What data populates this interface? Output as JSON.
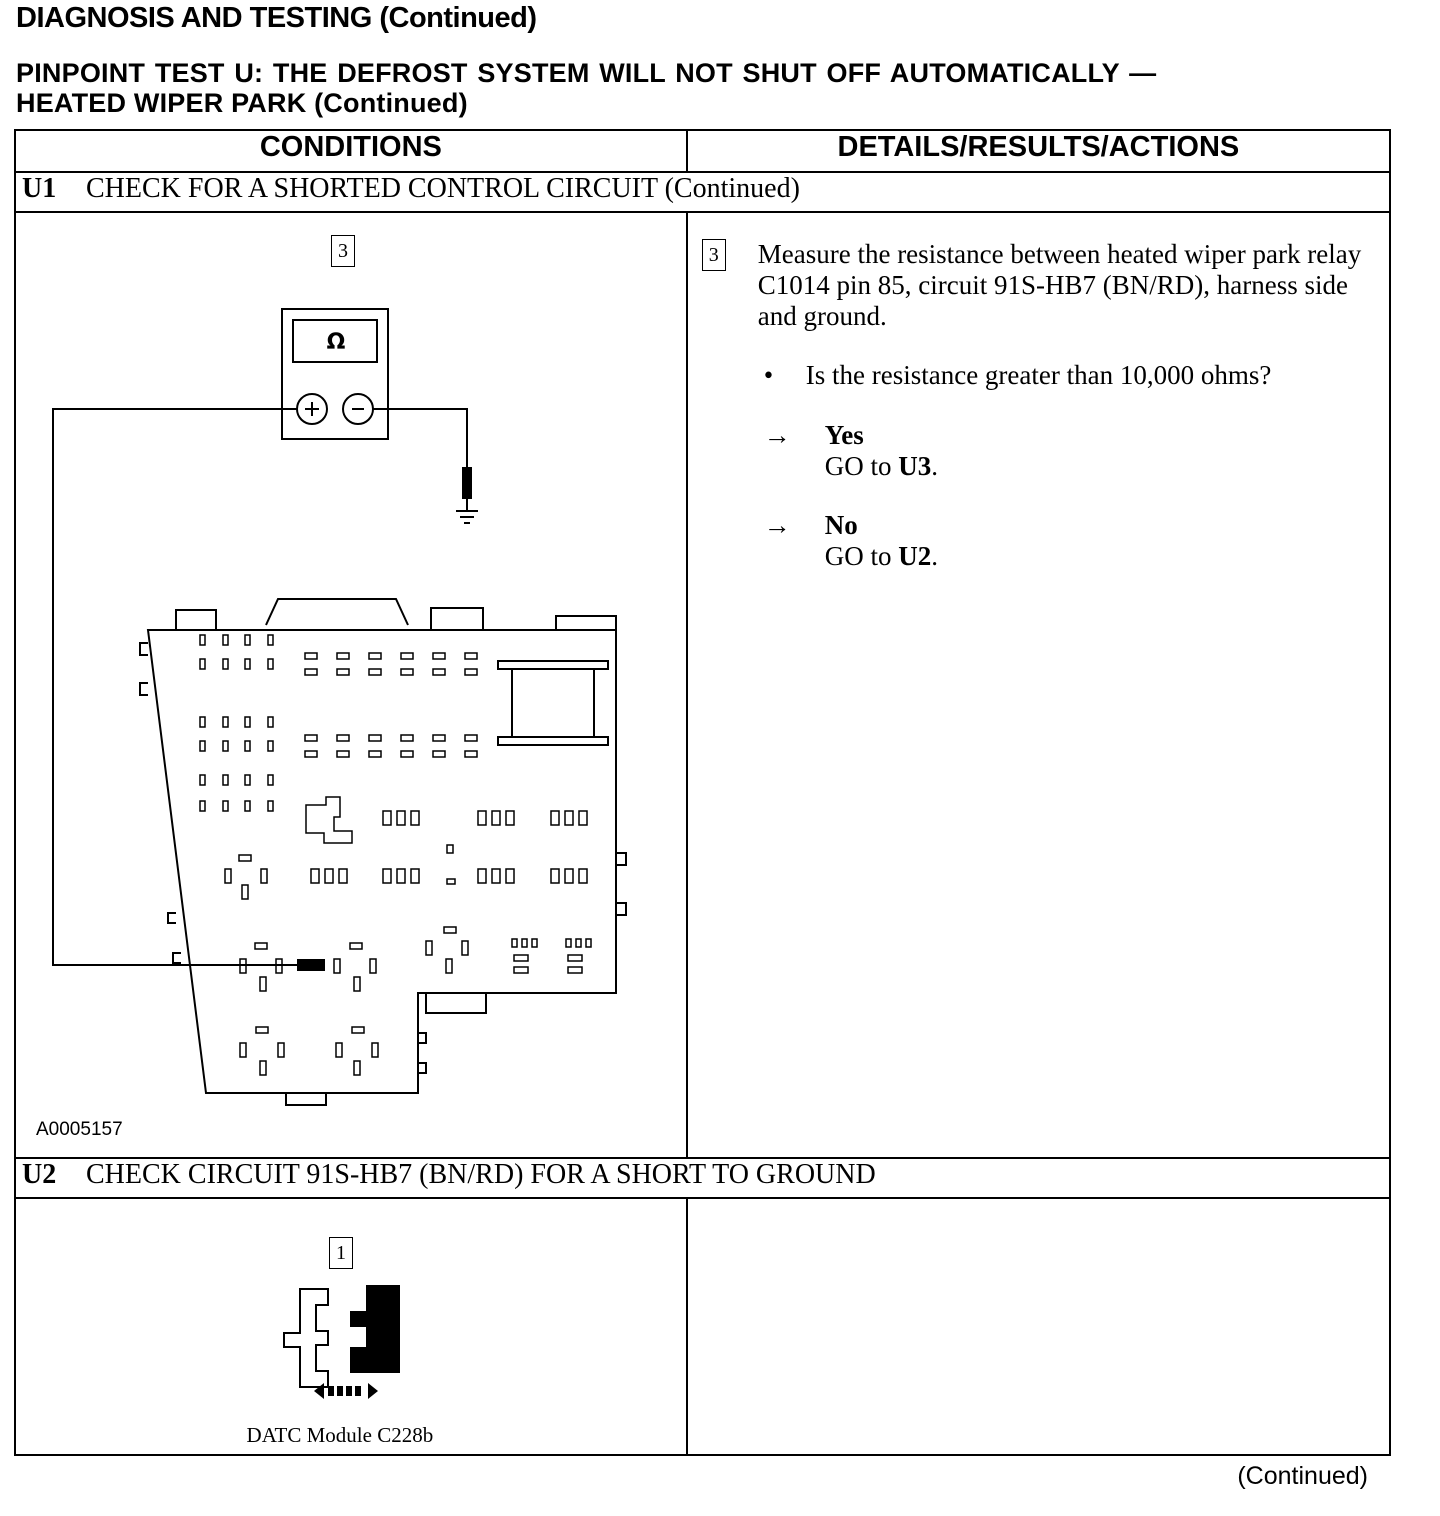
{
  "page": {
    "heading": "DIAGNOSIS AND TESTING (Continued)",
    "pinpoint_line1": "PINPOINT TEST U: THE DEFROST SYSTEM WILL NOT SHUT OFF AUTOMATICALLY —",
    "pinpoint_line2": "HEATED WIPER PARK (Continued)",
    "footer": "(Continued)"
  },
  "table": {
    "col_conditions": "CONDITIONS",
    "col_details": "DETAILS/RESULTS/ACTIONS"
  },
  "u1": {
    "id": "U1",
    "title": "CHECK FOR A SHORTED CONTROL CIRCUIT (Continued)",
    "step_number": "3",
    "meter_symbol": "Ω",
    "instruction": "Measure the resistance between heated wiper park relay C1014 pin 85, circuit 91S-HB7 (BN/RD), harness side and ground.",
    "bullet": "•",
    "question": "Is the resistance greater than 10,000 ohms?",
    "arrow": "→",
    "yes_label": "Yes",
    "yes_action": "GO to",
    "yes_target": "U3",
    "no_label": "No",
    "no_action": "GO to",
    "no_target": "U2",
    "figure_id": "A0005157"
  },
  "u2": {
    "id": "U2",
    "title": "CHECK CIRCUIT 91S-HB7 (BN/RD) FOR A SHORT TO GROUND",
    "step_number": "1",
    "connector_caption": "DATC Module C228b"
  }
}
